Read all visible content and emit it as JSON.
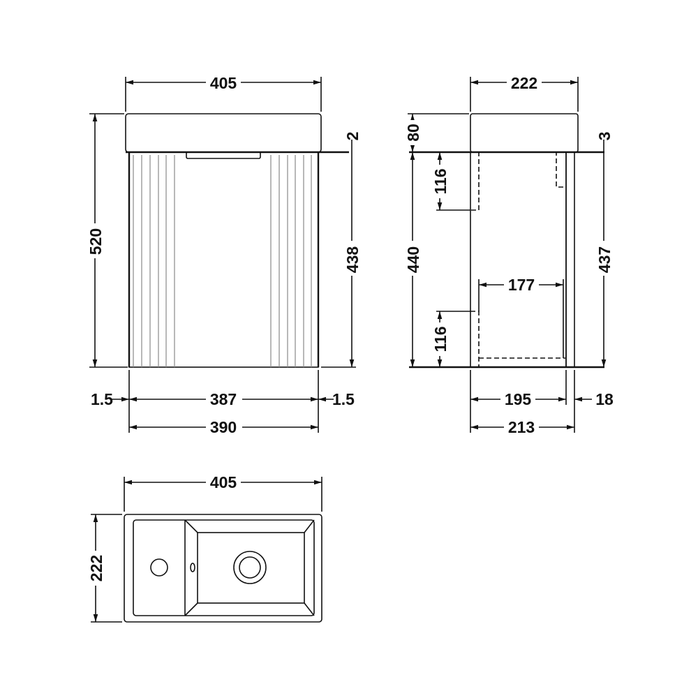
{
  "front_view": {
    "overall_width": "405",
    "overall_height": "520",
    "top_gap": "2",
    "cabinet_height": "438",
    "left_gap": "1.5",
    "door_width": "387",
    "right_gap": "1.5",
    "cabinet_width": "390"
  },
  "side_view": {
    "overall_depth": "222",
    "basin_height": "80",
    "top_gap": "3",
    "upper_cutout_height": "116",
    "cabinet_height_left": "440",
    "cabinet_height_right": "437",
    "internal_depth": "177",
    "lower_cutout_height": "116",
    "body_depth": "195",
    "back_panel": "18",
    "cabinet_depth": "213"
  },
  "top_view": {
    "width": "405",
    "depth": "222"
  }
}
